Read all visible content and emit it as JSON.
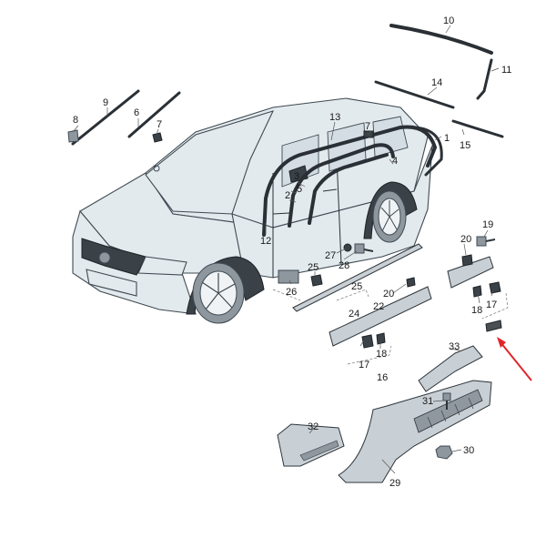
{
  "callouts": [
    {
      "id": "c10",
      "label": "10"
    },
    {
      "id": "c11",
      "label": "11"
    },
    {
      "id": "c14",
      "label": "14"
    },
    {
      "id": "c9",
      "label": "9"
    },
    {
      "id": "c8",
      "label": "8"
    },
    {
      "id": "c6",
      "label": "6"
    },
    {
      "id": "c7a",
      "label": "7"
    },
    {
      "id": "c13",
      "label": "13"
    },
    {
      "id": "c7b",
      "label": "7"
    },
    {
      "id": "c1",
      "label": "1"
    },
    {
      "id": "c15",
      "label": "15"
    },
    {
      "id": "c3",
      "label": "3"
    },
    {
      "id": "c2",
      "label": "2"
    },
    {
      "id": "c4",
      "label": "4"
    },
    {
      "id": "c5",
      "label": "5"
    },
    {
      "id": "c12",
      "label": "12"
    },
    {
      "id": "c19",
      "label": "19"
    },
    {
      "id": "c20a",
      "label": "20"
    },
    {
      "id": "c27",
      "label": "27"
    },
    {
      "id": "c28",
      "label": "28"
    },
    {
      "id": "c25a",
      "label": "25"
    },
    {
      "id": "c26",
      "label": "26"
    },
    {
      "id": "c25b",
      "label": "25"
    },
    {
      "id": "c24",
      "label": "24"
    },
    {
      "id": "c20b",
      "label": "20"
    },
    {
      "id": "c22",
      "label": "22"
    },
    {
      "id": "c17a",
      "label": "17"
    },
    {
      "id": "c18a",
      "label": "18"
    },
    {
      "id": "c17b",
      "label": "17"
    },
    {
      "id": "c18b",
      "label": "18"
    },
    {
      "id": "c16",
      "label": "16"
    },
    {
      "id": "c33",
      "label": "33"
    },
    {
      "id": "c31",
      "label": "31"
    },
    {
      "id": "c32",
      "label": "32"
    },
    {
      "id": "c30",
      "label": "30"
    },
    {
      "id": "c29",
      "label": "29"
    }
  ],
  "colors": {
    "arrow": "#e0262b",
    "body": "#e3eaee",
    "trim": "#2a3035"
  }
}
